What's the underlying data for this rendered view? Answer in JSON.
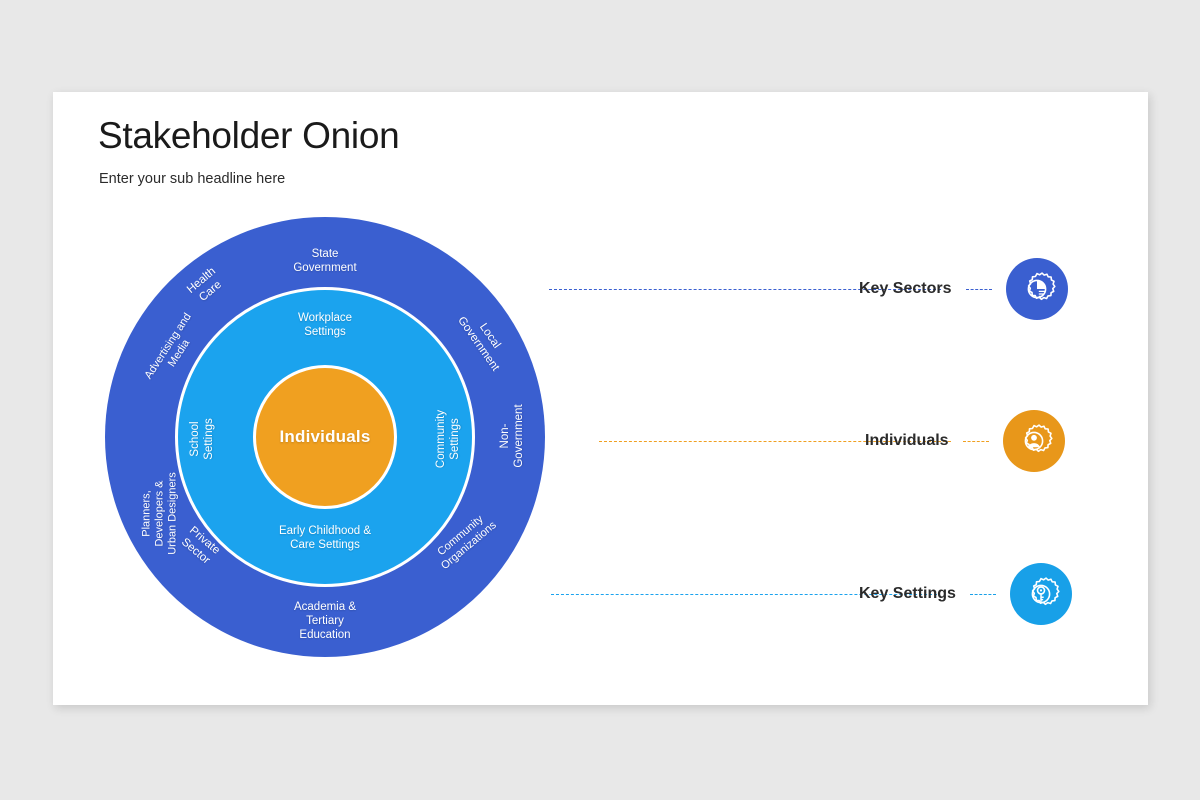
{
  "slide": {
    "title": "Stakeholder Onion",
    "subtitle": "Enter your sub headline here",
    "background_color": "#e8e8e8",
    "card_color": "#ffffff"
  },
  "diagram": {
    "type": "concentric-onion",
    "core": {
      "label": "Individuals",
      "color": "#f0a020"
    },
    "middle_ring": {
      "name": "Key Settings",
      "color": "#1ba3ee",
      "labels": [
        {
          "id": "workplace-settings",
          "text": "Workplace\nSettings",
          "position": "top",
          "rotation": 0
        },
        {
          "id": "school-settings",
          "text": "School\nSettings",
          "position": "left",
          "rotation": -90
        },
        {
          "id": "community-settings",
          "text": "Community\nSettings",
          "position": "right",
          "rotation": -90
        },
        {
          "id": "early-childhood-care-settings",
          "text": "Early Childhood &\nCare Settings",
          "position": "bottom",
          "rotation": 0
        }
      ]
    },
    "outer_ring": {
      "name": "Key Sectors",
      "color": "#3a5fd0",
      "labels": [
        {
          "id": "state-government",
          "text": "State\nGovernment",
          "position": "top",
          "rotation": 0
        },
        {
          "id": "health-care",
          "text": "Health\nCare",
          "position": "top-left",
          "rotation": -40
        },
        {
          "id": "advertising-and-media",
          "text": "Advertising and\nMedia",
          "position": "upper-left",
          "rotation": -57
        },
        {
          "id": "planners-developers-urban-designers",
          "text": "Planners,\nDevelopers &\nUrban Designers",
          "position": "left",
          "rotation": -90
        },
        {
          "id": "private-sector",
          "text": "Private\nSector",
          "position": "lower-left",
          "rotation": 40
        },
        {
          "id": "academia-tertiary-education",
          "text": "Academia &\nTertiary\nEducation",
          "position": "bottom",
          "rotation": 0
        },
        {
          "id": "community-organizations",
          "text": "Community\nOrganizations",
          "position": "lower-right",
          "rotation": -40
        },
        {
          "id": "non-government",
          "text": "Non-\nGovernment",
          "position": "right",
          "rotation": -90
        },
        {
          "id": "local-government",
          "text": "Local\nGovernment",
          "position": "upper-right",
          "rotation": 55
        }
      ]
    }
  },
  "legend": {
    "items": [
      {
        "id": "key-sectors",
        "label": "Key Sectors",
        "icon": "gear-pie-chart-icon",
        "color": "#3a5fd0",
        "connector_color": "#3a5fd0"
      },
      {
        "id": "individuals",
        "label": "Individuals",
        "icon": "gear-person-icon",
        "color": "#e8971a",
        "connector_color": "#f0a020"
      },
      {
        "id": "key-settings",
        "label": "Key Settings",
        "icon": "gear-key-icon",
        "color": "#18a0e8",
        "connector_color": "#18a0e8"
      }
    ]
  }
}
